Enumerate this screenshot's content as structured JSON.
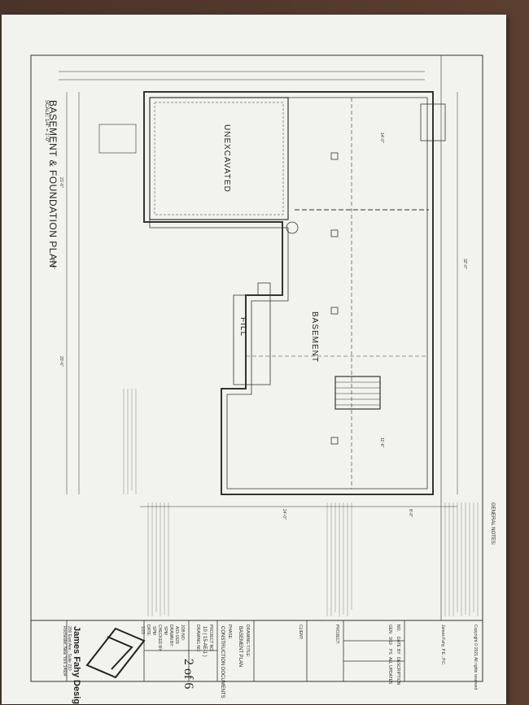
{
  "drawing": {
    "title": "BASEMENT & FOUNDATION PLAN",
    "scale": "SCALE: 1/4\" = 1'-0\"",
    "rooms": {
      "unexcavated": "UNEXCAVATED",
      "basement": "BASEMENT",
      "fill": "FILL"
    },
    "general_notes_title": "GENERAL NOTES:",
    "dimensions": [
      "42'-0\"",
      "21'-6\"",
      "20'-6\"",
      "32'-0\"",
      "24'-0\"",
      "8'-0\"",
      "14'-0\"",
      "11'-6\""
    ]
  },
  "title_block": {
    "project_label": "PROJECT:",
    "client_label": "CLIENT:",
    "drawing_title_label": "DRAWING TITLE:",
    "drawing_title": "BASEMENT PLAN",
    "phase_label": "PHASE:",
    "phase": "CONSTRUCTION DOCUMENTS",
    "project_no_label": "PROJECT NO:",
    "project_no": "10 ( 15-AE-1 )",
    "drawing_no_label": "DRAWING NO:",
    "sheet": "2 of 6",
    "job_no_label": "JOB NO:",
    "job_no": "A03-1629",
    "drawn_by_label": "DRAWN BY:",
    "drawn_by": "SPM",
    "checked_by_label": "CHECKED BY:",
    "checked_by": "SPM",
    "date_label": "DATE:",
    "date": "1/23",
    "revisions_header": [
      "NO.",
      "DATE",
      "BY",
      "DESCRIPTION"
    ],
    "revision_row": [
      "GEN",
      "3/19",
      "PS",
      "ALL UPDATES"
    ],
    "copyright": "Copyright © 2021 All rights reserved",
    "engineer": "James Fahy, P.E., P.C.",
    "firm": "James Fahy Design",
    "address_1": "200 East Ave., Suite 210",
    "address_2": "Rochester, New York 14604"
  }
}
